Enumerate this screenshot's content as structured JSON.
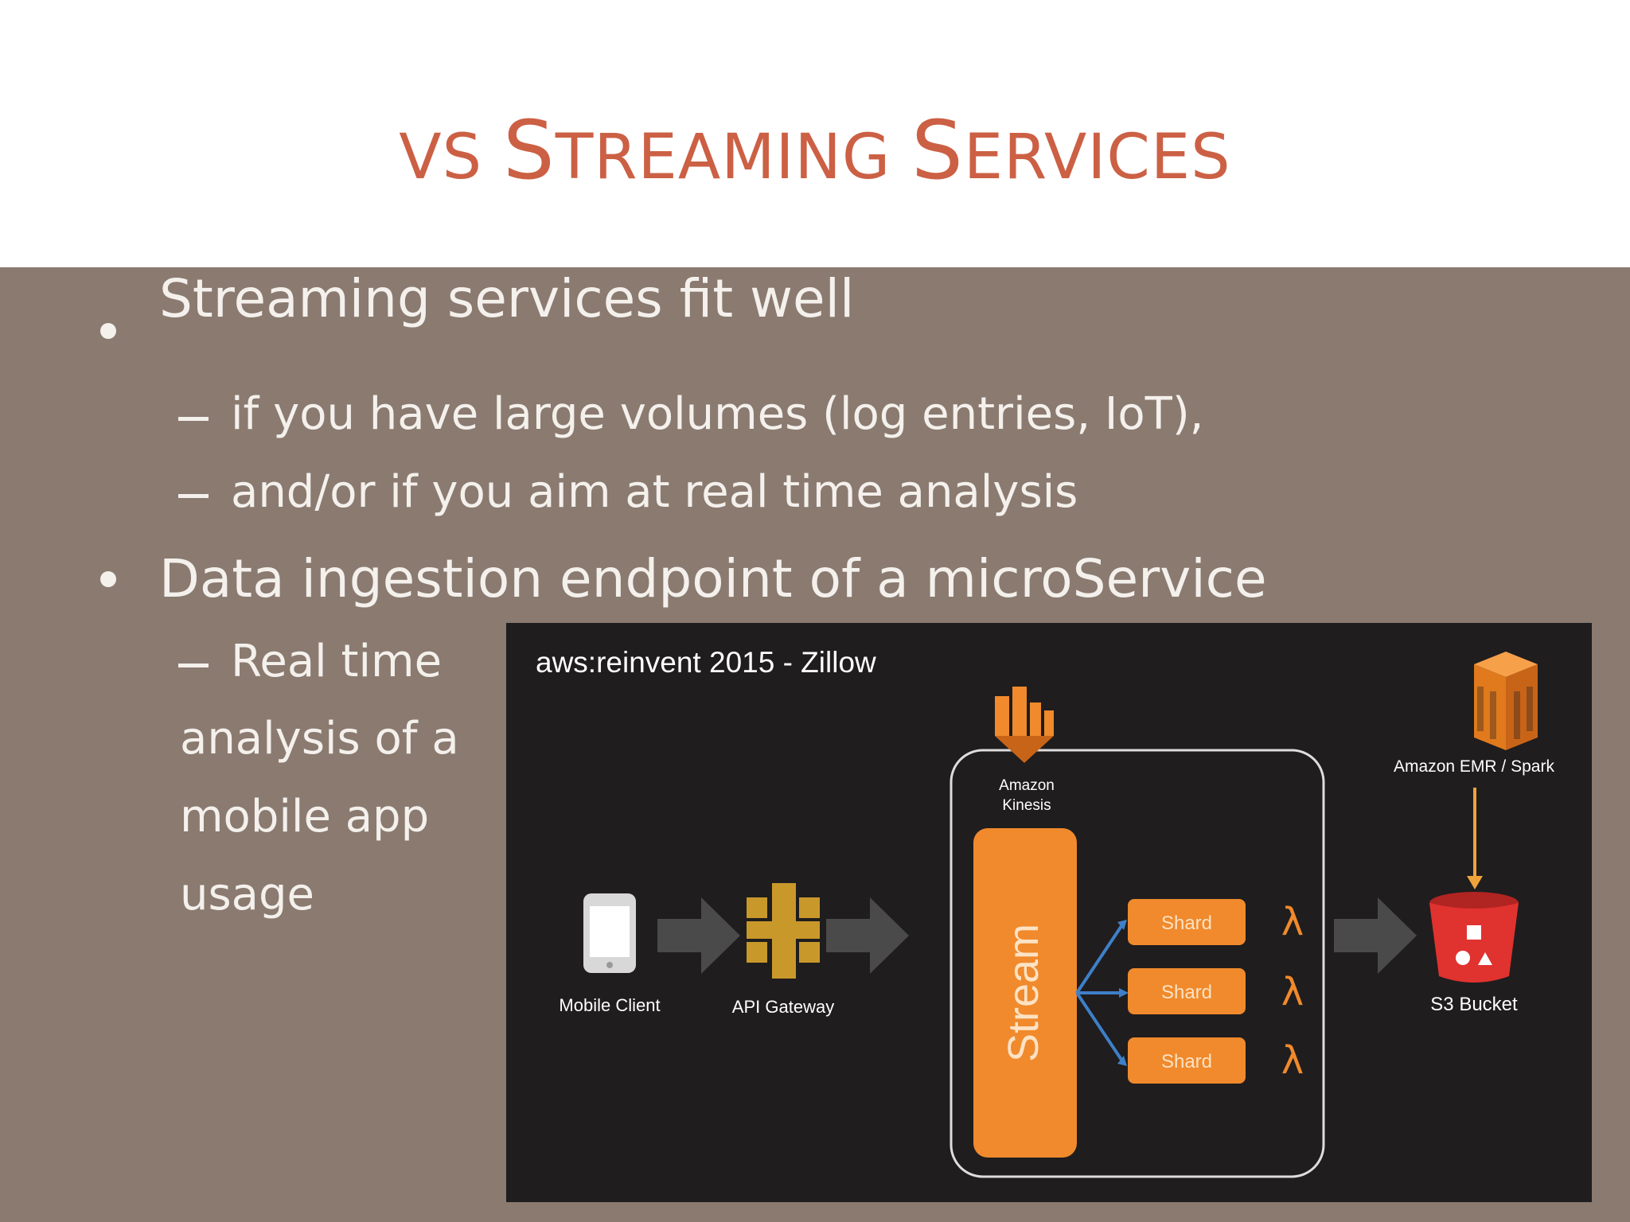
{
  "slide": {
    "title": {
      "prefix_small": "VS ",
      "word1_cap": "S",
      "word1_rest": "TREAMING ",
      "word2_cap": "S",
      "word2_rest": "ERVICES"
    },
    "bullets": [
      {
        "text": "Streaming services fit well",
        "sub": [
          "if you have large volumes (log entries, IoT),",
          "and/or if you aim at real time analysis"
        ]
      },
      {
        "text": "Data ingestion endpoint of a microService",
        "sub_lines": [
          "Real time",
          "analysis of a",
          "mobile app",
          "usage"
        ]
      }
    ]
  },
  "diagram": {
    "caption": "aws:reinvent 2015 - Zillow",
    "mobile_client_label": "Mobile Client",
    "api_gateway_label": "API Gateway",
    "kinesis_label_line1": "Amazon",
    "kinesis_label_line2": "Kinesis",
    "stream_label": "Stream",
    "shards": [
      "Shard",
      "Shard",
      "Shard"
    ],
    "lambda_symbol": "λ",
    "emr_label": "Amazon EMR / Spark",
    "s3_label": "S3 Bucket",
    "colors": {
      "orange": "#f08a2c",
      "background": "#1f1d1e",
      "arrow_gray": "#4a4a4a",
      "connector_blue": "#3f7fc8",
      "bucket_red": "#e0322f",
      "gateway_gold": "#c9982a"
    }
  }
}
